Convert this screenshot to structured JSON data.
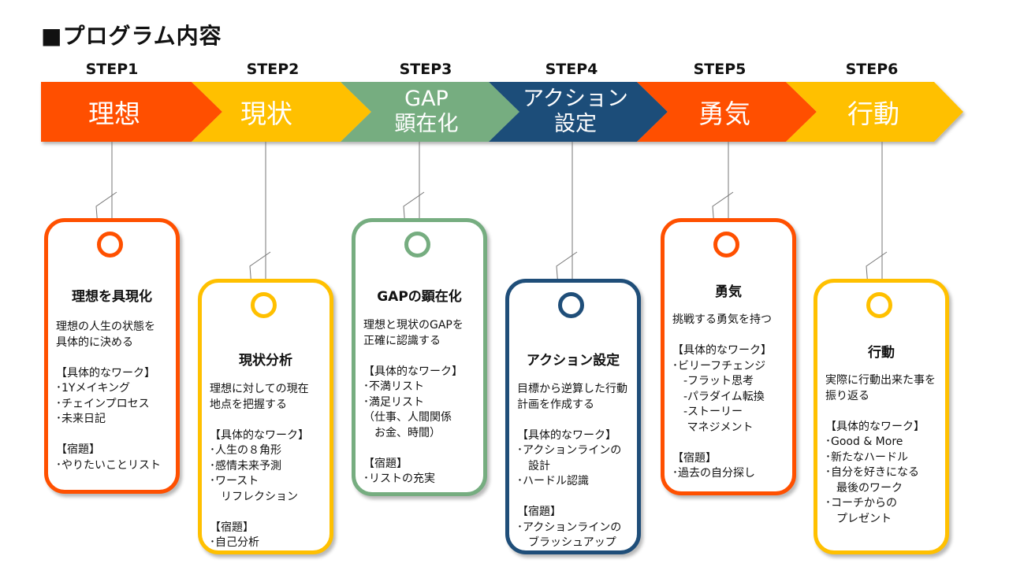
{
  "title": "■プログラム内容",
  "steps": [
    {
      "label": "STEP1",
      "name_lines": [
        "理想"
      ],
      "color": "#FF5000",
      "card": {
        "title": "理想を具現化",
        "body": "理想の人生の状態を\n具体的に決める\n\n【具体的なワーク】\n･1Yメイキング\n･チェインプロセス\n･未来日記\n\n【宿題】\n･やりたいことリスト"
      }
    },
    {
      "label": "STEP2",
      "name_lines": [
        "現状"
      ],
      "color": "#FFC000",
      "card": {
        "title": "現状分析",
        "body": "理想に対しての現在\n地点を把握する\n\n【具体的なワーク】\n･人生の８角形\n･感情未来予測\n･ワースト\n　リフレクション\n\n【宿題】\n･自己分析"
      }
    },
    {
      "label": "STEP3",
      "name_lines": [
        "GAP",
        "顕在化"
      ],
      "color": "#76AD80",
      "card": {
        "title": "GAPの顕在化",
        "body": "理想と現状のGAPを\n正確に認識する\n\n【具体的なワーク】\n･不満リスト\n･満足リスト\n（仕事、人間関係\n　お金、時間）\n\n【宿題】\n･リストの充実"
      }
    },
    {
      "label": "STEP4",
      "name_lines": [
        "アクション",
        "設定"
      ],
      "color": "#1F4E79",
      "card": {
        "title": "アクション設定",
        "body": "目標から逆算した行動\n計画を作成する\n\n【具体的なワーク】\n･アクションラインの\n　設計\n･ハードル認識\n\n【宿題】\n･アクションラインの\n　ブラッシュアップ"
      }
    },
    {
      "label": "STEP5",
      "name_lines": [
        "勇気"
      ],
      "color": "#FF5000",
      "card": {
        "title": "勇気",
        "body": "挑戦する勇気を持つ\n\n【具体的なワーク】\n･ビリーフチェンジ\n　-フラット思考\n　-パラダイム転換\n　-ストーリー\n　 マネジメント\n\n【宿題】\n･過去の自分探し"
      }
    },
    {
      "label": "STEP6",
      "name_lines": [
        "行動"
      ],
      "color": "#FFC000",
      "card": {
        "title": "行動",
        "body": "実際に行動出来た事を\n振り返る\n\n【具体的なワーク】\n･Good & More\n･新たなハードル\n･自分を好きになる\n　最後のワーク\n･コーチからの\n　プレゼント"
      }
    }
  ]
}
